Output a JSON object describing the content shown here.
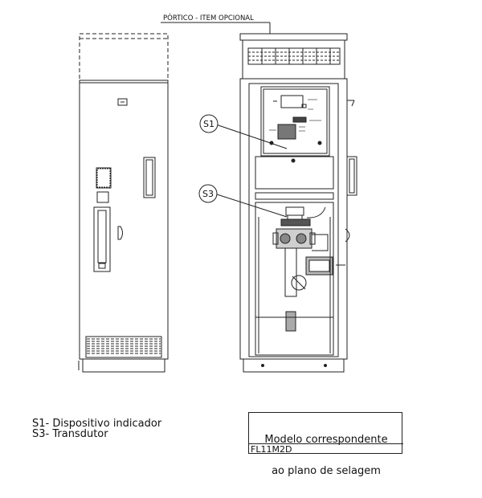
{
  "drawing": {
    "portico_label": "PÓRTICO - ITEM OPCIONAL",
    "callouts": [
      {
        "id": "s1",
        "text": "S1"
      },
      {
        "id": "s3",
        "text": "S3"
      }
    ]
  },
  "legend": {
    "items": [
      "S1- Dispositivo indicador",
      "S3- Transdutor"
    ]
  },
  "model_box": {
    "title_line1": "Modelo correspondente",
    "title_line2": "ao plano de selagem",
    "code": "FL11M2D"
  }
}
